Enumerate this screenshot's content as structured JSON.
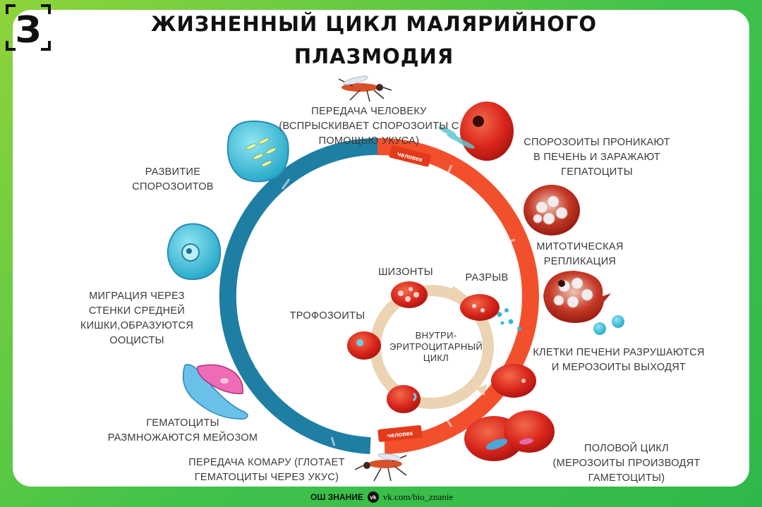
{
  "title": {
    "line1": "ЖИЗНЕННЫЙ ЦИКЛ МАЛЯРИЙНОГО",
    "line2": "ПЛАЗМОДИЯ"
  },
  "logo": {
    "letter": "З"
  },
  "ring_labels": {
    "top": "человек",
    "bottom": "человек"
  },
  "stages": {
    "transmission_human": [
      "ПЕРЕДАЧА ЧЕЛОВЕКУ",
      "(ВСПРЫСКИВАЕТ СПОРОЗОИТЫ С",
      "ПОМОЩЬЮ УКУСА)"
    ],
    "sporozoites_liver": [
      "СПОРОЗОИТЫ ПРОНИКАЮТ",
      "В ПЕЧЕНЬ И ЗАРАЖАЮТ",
      "ГЕПАТОЦИТЫ"
    ],
    "mitotic": [
      "МИТОТИЧЕСКАЯ",
      "РЕПЛИКАЦИЯ"
    ],
    "liver_rupture": [
      "КЛЕТКИ ПЕЧЕНИ РАЗРУШАЮТСЯ",
      "И МЕРОЗОИТЫ ВЫХОДЯТ"
    ],
    "sexual_cycle": [
      "ПОЛОВОЙ ЦИКЛ",
      "(МЕРОЗОИТЫ ПРОИЗВОДЯТ",
      "ГАМЕТОЦИТЫ)"
    ],
    "transmission_mosquito": [
      "ПЕРЕДАЧА КОМАРУ (ГЛОТАЕТ",
      "ГЕМАТОЦИТЫ ЧЕРЕЗ УКУС)"
    ],
    "gametocytes_meiosis": [
      "ГЕМАТОЦИТЫ",
      "РАЗМНОЖАЮТСЯ МЕЙОЗОМ"
    ],
    "migration": [
      "МИГРАЦИЯ ЧЕРЕЗ",
      "СТЕНКИ СРЕДНЕЙ",
      "КИШКИ,ОБРАЗУЮТСЯ",
      "ООЦИСТЫ"
    ],
    "sporozoite_dev": [
      "РАЗВИТИЕ",
      "СПОРОЗОИТОВ"
    ]
  },
  "inner_cycle": {
    "schizonts": "ШИЗОНТЫ",
    "rupture": "РАЗРЫВ",
    "trophozoites": "ТРОФОЗОИТЫ",
    "center": [
      "ВНУТРИ-",
      "ЭРИТРОЦИТАРНЫЙ",
      "ЦИКЛ"
    ]
  },
  "footer": {
    "left": "ОШ ЗНАНИЕ",
    "vk_icon": "vk",
    "url": "vk.com/bio_znanie"
  },
  "colors": {
    "blue_arc": "#1f7ea3",
    "red_arc": "#f2502c",
    "inner_ring": "#e9c9a4",
    "red_cell": "#d9261c",
    "bg_green": "#45c24a"
  }
}
